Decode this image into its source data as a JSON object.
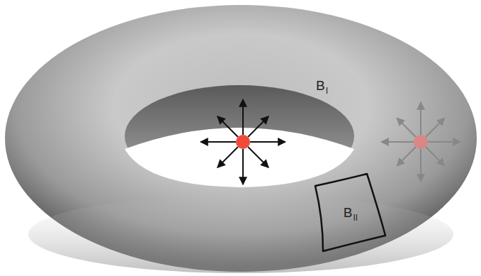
{
  "diagram": {
    "nodes": [
      {
        "text": [
          "B",
          "II"
        ]
      }
    ],
    "labels": [
      "B",
      "I"
    ]
  }
}
